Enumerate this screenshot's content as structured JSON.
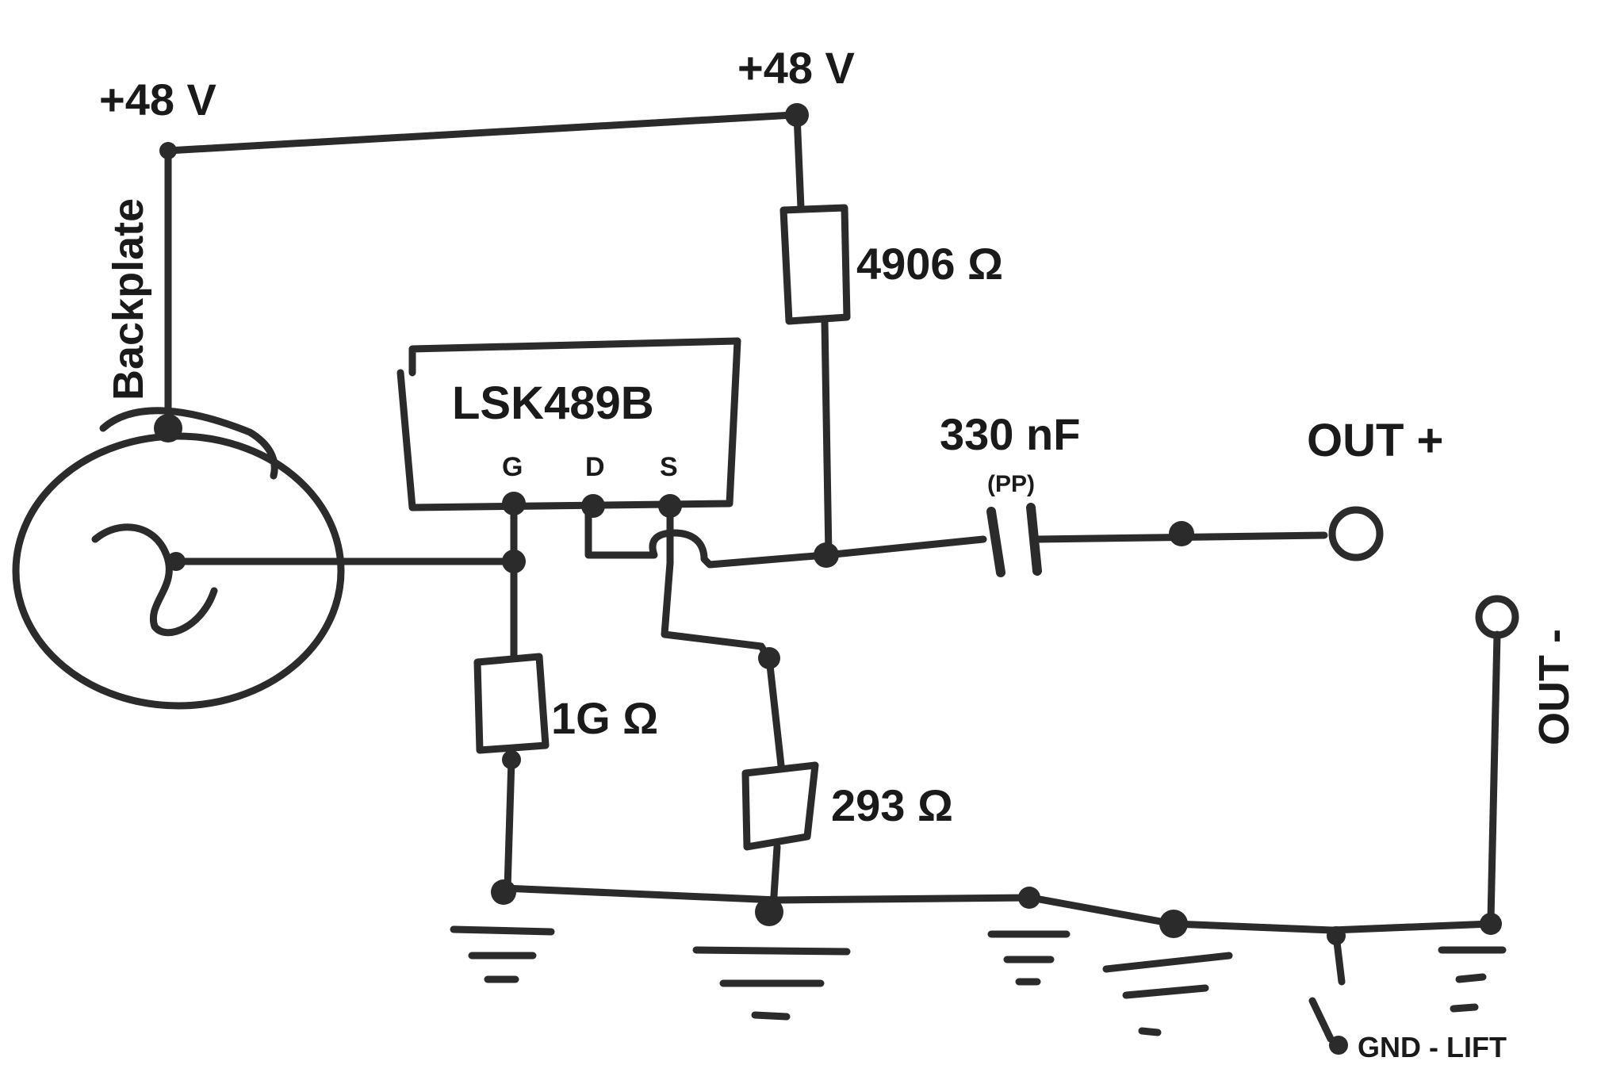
{
  "labels": {
    "supply_left": "+48 V",
    "supply_right": "+48 V",
    "backplate": "Backplate",
    "chip": "LSK489B",
    "pin_g": "G",
    "pin_d": "D",
    "pin_s": "S",
    "r_drain": "4906 Ω",
    "cap_value": "330 nF",
    "cap_type": "(PP)",
    "out_plus": "OUT +",
    "out_minus": "OUT -",
    "r_gate": "1G Ω",
    "r_source": "293 Ω",
    "gnd_lift": "GND - LIFT"
  },
  "colors": {
    "ink": "#2b2b2b",
    "paper": "#ffffff"
  }
}
